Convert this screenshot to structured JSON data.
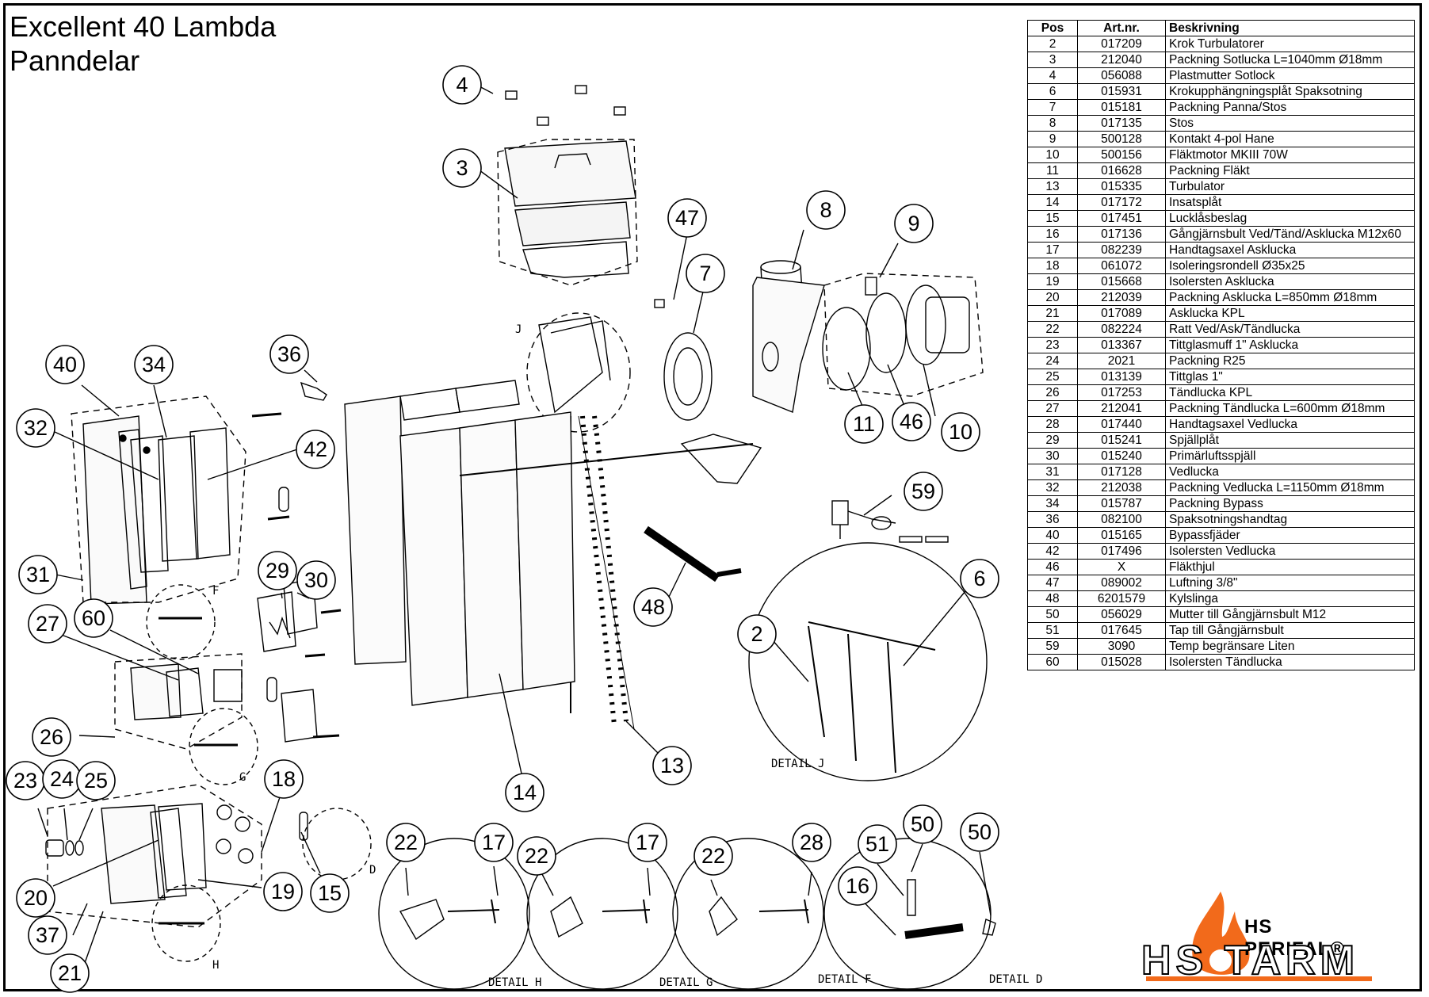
{
  "header": {
    "title_line1": "Excellent 40 Lambda",
    "title_line2": "Panndelar"
  },
  "table": {
    "headers": [
      "Pos",
      "Art.nr.",
      "Beskrivning"
    ],
    "rows": [
      [
        "2",
        "017209",
        "Krok Turbulatorer"
      ],
      [
        "3",
        "212040",
        "Packning Sotlucka L=1040mm Ø18mm"
      ],
      [
        "4",
        "056088",
        "Plastmutter Sotlock"
      ],
      [
        "6",
        "015931",
        "Krokupphängningsplåt Spaksotning"
      ],
      [
        "7",
        "015181",
        "Packning Panna/Stos"
      ],
      [
        "8",
        "017135",
        "Stos"
      ],
      [
        "9",
        "500128",
        "Kontakt 4-pol Hane"
      ],
      [
        "10",
        "500156",
        "Fläktmotor MKIII 70W"
      ],
      [
        "11",
        "016628",
        "Packning Fläkt"
      ],
      [
        "13",
        "015335",
        "Turbulator"
      ],
      [
        "14",
        "017172",
        "Insatsplåt"
      ],
      [
        "15",
        "017451",
        "Lucklåsbeslag"
      ],
      [
        "16",
        "017136",
        "Gångjärnsbult Ved/Tänd/Asklucka M12x60"
      ],
      [
        "17",
        "082239",
        "Handtagsaxel Asklucka"
      ],
      [
        "18",
        "061072",
        "Isoleringsrondell Ø35x25"
      ],
      [
        "19",
        "015668",
        "Isolersten Asklucka"
      ],
      [
        "20",
        "212039",
        "Packning Asklucka L=850mm Ø18mm"
      ],
      [
        "21",
        "017089",
        "Asklucka KPL"
      ],
      [
        "22",
        "082224",
        "Ratt Ved/Ask/Tändlucka"
      ],
      [
        "23",
        "013367",
        "Tittglasmuff 1\" Asklucka"
      ],
      [
        "24",
        "2021",
        "Packning R25"
      ],
      [
        "25",
        "013139",
        "Tittglas 1\""
      ],
      [
        "26",
        "017253",
        "Tändlucka KPL"
      ],
      [
        "27",
        "212041",
        "Packning Tändlucka L=600mm Ø18mm"
      ],
      [
        "28",
        "017440",
        "Handtagsaxel Vedlucka"
      ],
      [
        "29",
        "015241",
        "Spjällplåt"
      ],
      [
        "30",
        "015240",
        "Primärluftsspjäll"
      ],
      [
        "31",
        "017128",
        "Vedlucka"
      ],
      [
        "32",
        "212038",
        "Packning Vedlucka L=1150mm Ø18mm"
      ],
      [
        "34",
        "015787",
        "Packning Bypass"
      ],
      [
        "36",
        "082100",
        "Spaksotningshandtag"
      ],
      [
        "40",
        "015165",
        "Bypassfjäder"
      ],
      [
        "42",
        "017496",
        "Isolersten Vedlucka"
      ],
      [
        "46",
        "X",
        "Fläkthjul"
      ],
      [
        "47",
        "089002",
        "Luftning 3/8\""
      ],
      [
        "48",
        "6201579",
        "Kylslinga"
      ],
      [
        "50",
        "056029",
        "Mutter till Gångjärnsbult M12"
      ],
      [
        "51",
        "017645",
        "Tap till Gångjärnsbult"
      ],
      [
        "59",
        "3090",
        "Temp begränsare Liten"
      ],
      [
        "60",
        "015028",
        "Isolersten Tändlucka"
      ]
    ]
  },
  "callouts": [
    "4",
    "3",
    "47",
    "7",
    "8",
    "9",
    "11",
    "46",
    "10",
    "36",
    "40",
    "34",
    "32",
    "42",
    "31",
    "29",
    "30",
    "27",
    "60",
    "26",
    "14",
    "13",
    "48",
    "59",
    "6",
    "2",
    "23",
    "24",
    "25",
    "18",
    "20",
    "19",
    "15",
    "37",
    "21",
    "22",
    "17",
    "22",
    "17",
    "22",
    "28",
    "51",
    "50",
    "16",
    "50"
  ],
  "detail_labels": [
    "J",
    "F",
    "G",
    "H",
    "D",
    "DETAIL J",
    "DETAIL H",
    "DETAIL G",
    "DETAIL F",
    "DETAIL D"
  ],
  "logo": {
    "top_text": "HS PERIFAL®",
    "main_text": "HS TARM",
    "colors": {
      "flame": "#f26a1b",
      "bar": "#f26a1b"
    }
  }
}
